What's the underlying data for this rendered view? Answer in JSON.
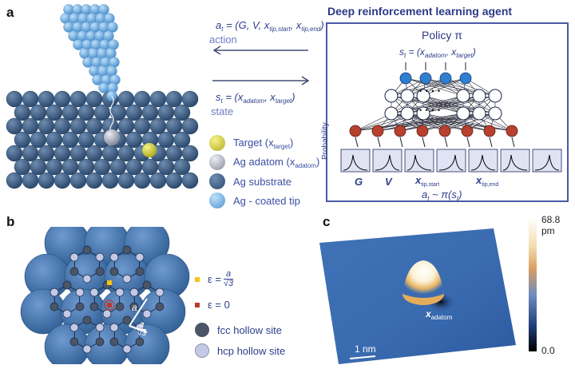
{
  "panel_a": {
    "label": "a",
    "action_eq_lhs": "a",
    "action_eq_lhs_sub": "t",
    "action_eq_rhs": " = (G, V, x",
    "action_eq_sub1": "tip,start",
    "action_eq_mid": ", x",
    "action_eq_sub2": "tip,end",
    "action_eq_end": ")",
    "action_caption": "action",
    "state_eq_lhs": "s",
    "state_eq_lhs_sub": "t",
    "state_eq_rhs": " = (x",
    "state_eq_sub1": "adatom",
    "state_eq_mid": ", x",
    "state_eq_sub2": "target",
    "state_eq_end": ")",
    "state_caption": "state",
    "agent_title": "Deep reinforcement learning agent",
    "policy_title": "Policy π",
    "policy_state_lhs": "s",
    "policy_state_lhs_sub": "t",
    "policy_state_rhs": " = (x",
    "policy_state_sub1": "adatom",
    "policy_state_mid": ", x",
    "policy_state_sub2": "target",
    "policy_state_end": ")",
    "probability_label": "Probability",
    "dist_labels": [
      {
        "main": "G",
        "sub": ""
      },
      {
        "main": "V",
        "sub": ""
      },
      {
        "main": "x",
        "sub": "tip,start"
      },
      {
        "main": "x",
        "sub": "tip,end"
      }
    ],
    "policy_eq_lhs": "a",
    "policy_eq_lhs_sub": "t",
    "policy_eq_rhs": " ~ π(s",
    "policy_eq_sub": "t",
    "policy_eq_end": ")",
    "dots": "• • • •",
    "legend": [
      {
        "text": "Target (x",
        "sub": "target",
        "end": ")",
        "color": "#d9d63a"
      },
      {
        "text": "Ag adatom (x",
        "sub": "adatom",
        "end": ")",
        "color": "#b6bac8"
      },
      {
        "text": "Ag substrate",
        "sub": "",
        "end": "",
        "color": "#36577e"
      },
      {
        "text": "Ag - coated tip",
        "sub": "",
        "end": "",
        "color": "#6faee0"
      }
    ],
    "colors": {
      "substrate": "#3e5e86",
      "tip": "#7ab6e6",
      "target": "#d9d63a",
      "adatom": "#b6bac8",
      "input_node": "#2f7fd0",
      "output_node": "#b8402f",
      "frame": "#4c5aa6"
    }
  },
  "panel_b": {
    "label": "b",
    "eps1_prefix": "ε = ",
    "eps1_num": "a",
    "eps1_den": "√3",
    "eps2": "ε = 0",
    "a_label": "a",
    "frac_num": "a",
    "frac_den": "√3",
    "legend": [
      {
        "text": "fcc hollow site",
        "color": "#4a5568"
      },
      {
        "text": "hcp hollow site",
        "color": "#c4c9e6"
      }
    ],
    "marker_colors": {
      "yellow": "#f0c419",
      "red": "#b93a2c"
    }
  },
  "panel_c": {
    "label": "c",
    "colorbar_max": "68.8 pm",
    "colorbar_min": "0.0",
    "scalebar": "1 nm",
    "adatom_label": "x",
    "adatom_sub": "adatom"
  }
}
